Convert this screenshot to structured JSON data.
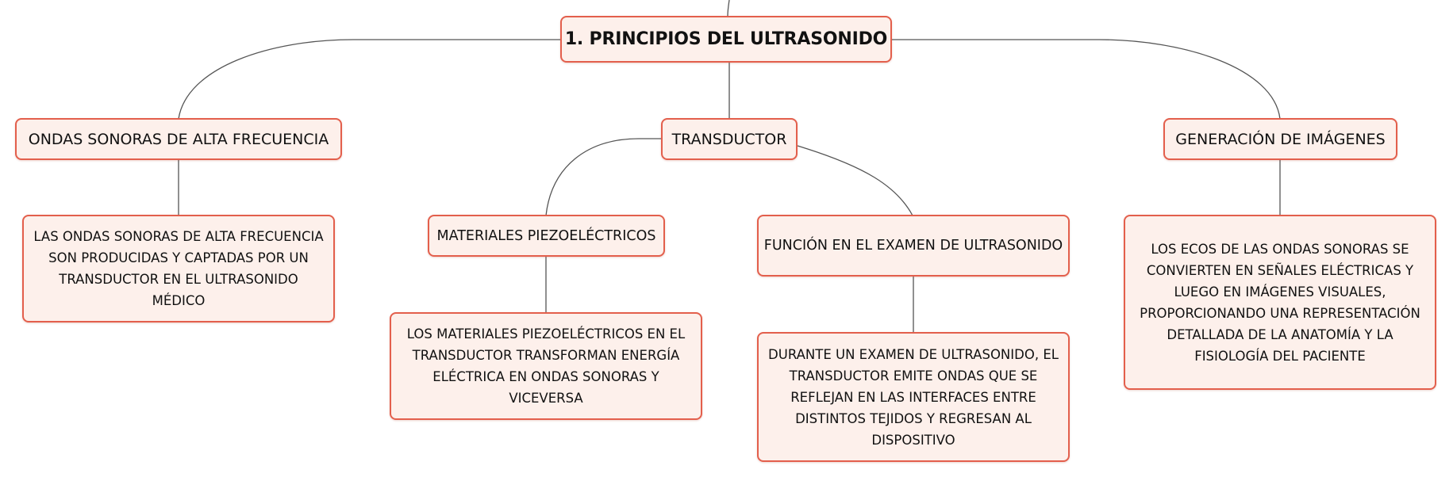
{
  "colors": {
    "node_fill": "#fdf0eb",
    "node_border": "#e35f4c",
    "connector": "#555555",
    "text": "#111111"
  },
  "diagram": {
    "root": {
      "label": "1. PRINCIPIOS DEL ULTRASONIDO"
    },
    "branches": [
      {
        "label": "ONDAS SONORAS DE ALTA FRECUENCIA",
        "detail": "LAS ONDAS SONORAS DE ALTA FRECUENCIA SON PRODUCIDAS Y CAPTADAS POR UN TRANSDUCTOR EN EL ULTRASONIDO MÉDICO"
      },
      {
        "label": "TRANSDUCTOR",
        "children": [
          {
            "label": "MATERIALES PIEZOELÉCTRICOS",
            "detail": "LOS MATERIALES PIEZOELÉCTRICOS EN EL TRANSDUCTOR TRANSFORMAN ENERGÍA ELÉCTRICA EN ONDAS SONORAS Y VICEVERSA"
          },
          {
            "label": "FUNCIÓN EN EL EXAMEN DE ULTRASONIDO",
            "detail": "DURANTE UN EXAMEN DE ULTRASONIDO, EL TRANSDUCTOR EMITE ONDAS QUE SE REFLEJAN EN LAS INTERFACES ENTRE DISTINTOS TEJIDOS Y REGRESAN AL DISPOSITIVO"
          }
        ]
      },
      {
        "label": "GENERACIÓN DE IMÁGENES",
        "detail": "LOS ECOS DE LAS ONDAS SONORAS SE CONVIERTEN EN SEÑALES ELÉCTRICAS Y LUEGO EN IMÁGENES VISUALES, PROPORCIONANDO UNA REPRESENTACIÓN DETALLADA DE LA ANATOMÍA Y LA FISIOLOGÍA DEL PACIENTE"
      }
    ]
  }
}
